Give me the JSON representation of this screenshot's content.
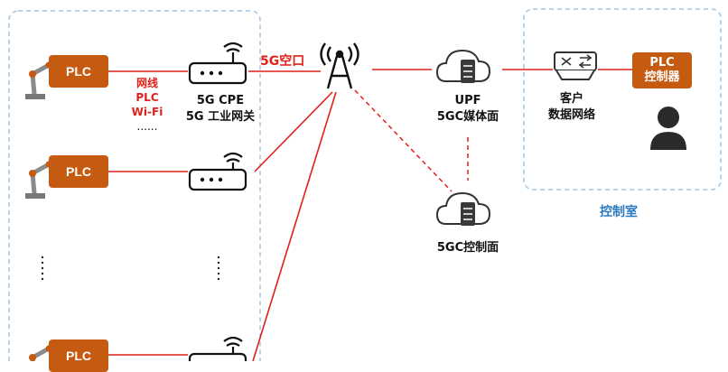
{
  "plc": {
    "label": "PLC"
  },
  "link_types": {
    "l1": "网线",
    "l2": "PLC",
    "l3": "Wi-Fi",
    "l4": "......"
  },
  "cpe": {
    "line1": "5G CPE",
    "line2": "5G 工业网关"
  },
  "air_interface": "5G空口",
  "upf": {
    "line1": "UPF",
    "line2": "5GC媒体面"
  },
  "control_plane": "5GC控制面",
  "customer_network": {
    "line1": "客户",
    "line2": "数据网络"
  },
  "plc_controller": {
    "line1": "PLC",
    "line2": "控制器"
  },
  "control_room": "控制室",
  "colors": {
    "accent": "#c55a11",
    "link": "#e0201a",
    "zone_border": "#9cc5e6",
    "control_room_text": "#2b7bbf"
  },
  "icons": [
    "robot-arm-icon",
    "router-icon",
    "antenna-tower-icon",
    "cloud-server-icon",
    "network-switch-icon",
    "user-icon"
  ]
}
